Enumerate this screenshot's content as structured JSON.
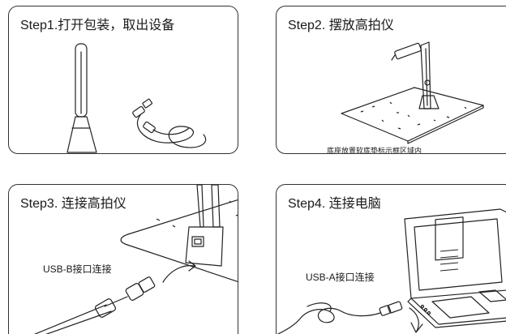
{
  "steps": [
    {
      "title": "Step1.打开包装，取出设备"
    },
    {
      "title": "Step2. 摆放高拍仪",
      "note": "底座放置软底垫标示框区域内"
    },
    {
      "title": "Step3. 连接高拍仪",
      "caption": "USB-B接口连接"
    },
    {
      "title": "Step4. 连接电脑",
      "caption": "USB-A接口连接"
    }
  ]
}
